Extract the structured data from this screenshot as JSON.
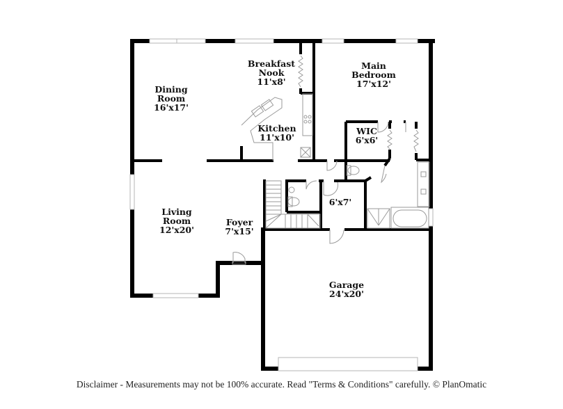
{
  "floorplan": {
    "rooms": [
      {
        "id": "dining-room",
        "name_line1": "Dining",
        "name_line2": "Room",
        "dims": "16'x17'"
      },
      {
        "id": "breakfast-nook",
        "name_line1": "Breakfast",
        "name_line2": "Nook",
        "dims": "11'x8'"
      },
      {
        "id": "kitchen",
        "name_line1": "Kitchen",
        "name_line2": "",
        "dims": "11'x10'"
      },
      {
        "id": "main-bedroom",
        "name_line1": "Main",
        "name_line2": "Bedroom",
        "dims": "17'x12'"
      },
      {
        "id": "wic",
        "name_line1": "WIC",
        "name_line2": "",
        "dims": "6'x6'"
      },
      {
        "id": "laundry",
        "name_line1": "",
        "name_line2": "",
        "dims": "6'x7'"
      },
      {
        "id": "living-room",
        "name_line1": "Living",
        "name_line2": "Room",
        "dims": "12'x20'"
      },
      {
        "id": "foyer",
        "name_line1": "Foyer",
        "name_line2": "",
        "dims": "7'x15'"
      },
      {
        "id": "garage",
        "name_line1": "Garage",
        "name_line2": "",
        "dims": "24'x20'"
      }
    ],
    "colors": {
      "wall": "#000000",
      "fixture": "#9a9a9a",
      "window": "#b5b5b5",
      "background": "#ffffff"
    }
  },
  "footer": {
    "disclaimer": "Disclaimer - Measurements may not be 100% accurate. Read \"Terms & Conditions\" carefully. © PlanOmatic"
  }
}
